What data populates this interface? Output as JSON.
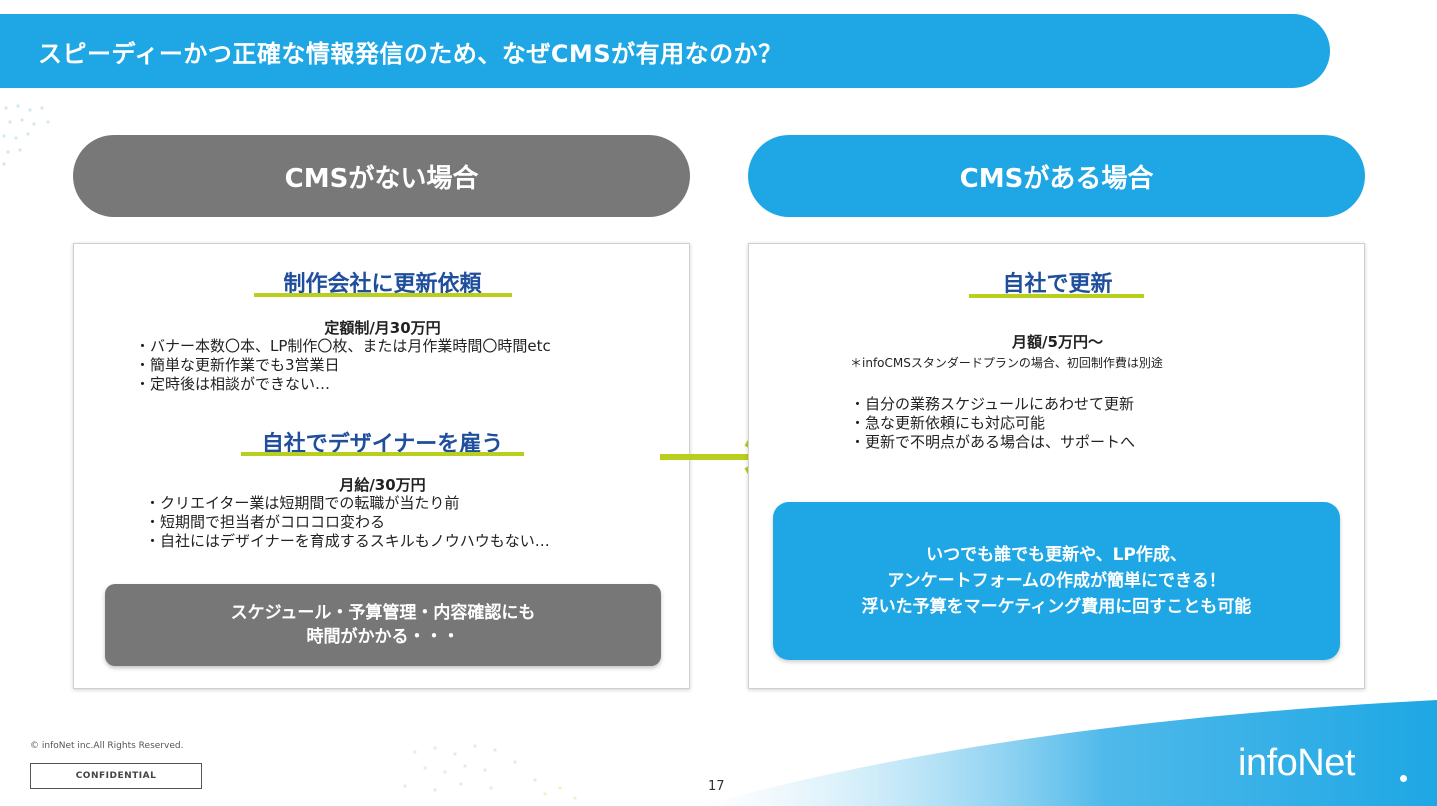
{
  "header": {
    "title": "スピーディーかつ正確な情報発信のため、なぜCMSが有用なのか？"
  },
  "left": {
    "pill_label": "CMSがない場合",
    "section1": {
      "heading": "制作会社に更新依頼",
      "price": "定額制/月30万円",
      "bullets": [
        "・バナー本数〇本、LP制作〇枚、または月作業時間〇時間etc",
        "・簡単な更新作業でも3営業日",
        "・定時後は相談ができない…"
      ]
    },
    "section2": {
      "heading": "自社でデザイナーを雇う",
      "price": "月給/30万円",
      "bullets": [
        "・クリエイター業は短期間での転職が当たり前",
        "・短期間で担当者がコロコロ変わる",
        "・自社にはデザイナーを育成するスキルもノウハウもない…"
      ]
    },
    "summary": {
      "line1": "スケジュール・予算管理・内容確認にも",
      "line2": "時間がかかる・・・"
    }
  },
  "right": {
    "pill_label": "CMSがある場合",
    "section1": {
      "heading": "自社で更新",
      "price": "月額/5万円～",
      "note": "＊infoCMSスタンダードプランの場合、初回制作費は別途",
      "bullets": [
        "・自分の業務スケジュールにあわせて更新",
        "・急な更新依頼にも対応可能",
        "・更新で不明点がある場合は、サポートへ"
      ]
    },
    "summary": {
      "line1": "いつでも誰でも更新や、LP作成、",
      "line2": "アンケートフォームの作成が簡単にできる！",
      "line3": "浮いた予算をマーケティング費用に回すことも可能"
    }
  },
  "footer": {
    "copyright": "© infoNet inc.All Rights Reserved.",
    "confidential": "CONFIDENTIAL",
    "page_number": "17",
    "logo": "infoNet"
  },
  "colors": {
    "accent_blue": "#1ea7e4",
    "heading_navy": "#1f4e9c",
    "underline_green": "#b8cf1e",
    "gray": "#787878"
  },
  "icons": {
    "arrow": "right-arrow-icon"
  }
}
